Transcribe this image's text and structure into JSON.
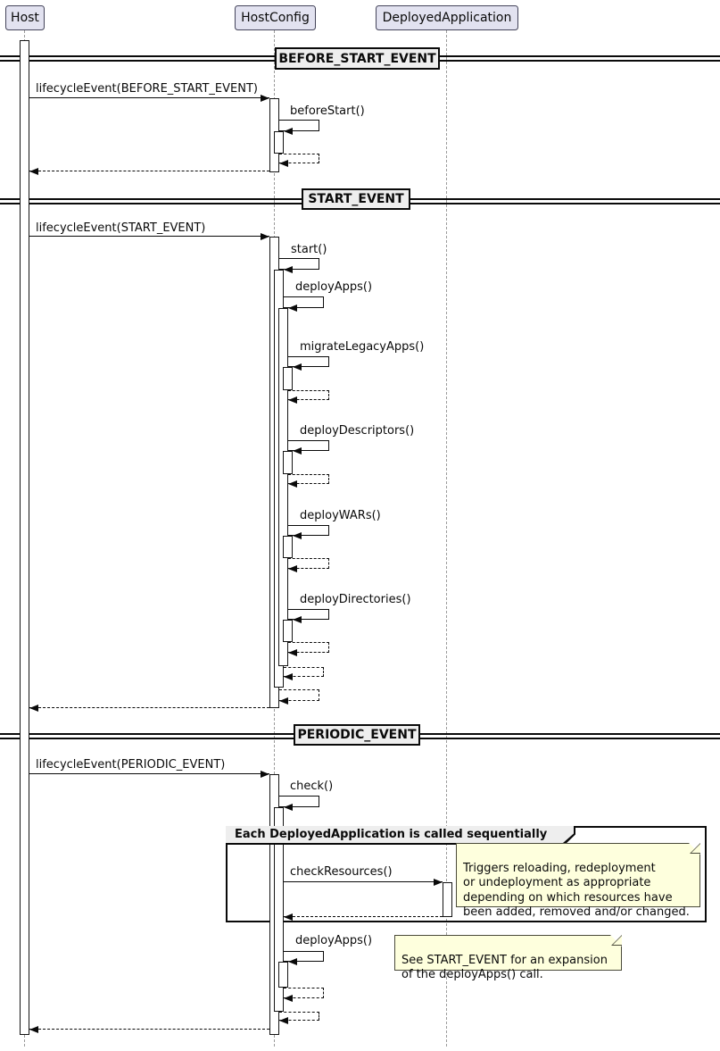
{
  "participants": [
    {
      "label": "Host"
    },
    {
      "label": "HostConfig"
    },
    {
      "label": "DeployedApplication"
    }
  ],
  "dividers": [
    {
      "label": "BEFORE_START_EVENT"
    },
    {
      "label": "START_EVENT"
    },
    {
      "label": "PERIODIC_EVENT"
    }
  ],
  "messages": {
    "lifecycle_before_start": "lifecycleEvent(BEFORE_START_EVENT)",
    "before_start": "beforeStart()",
    "lifecycle_start": "lifecycleEvent(START_EVENT)",
    "start": "start()",
    "deploy_apps": "deployApps()",
    "migrate_legacy_apps": "migrateLegacyApps()",
    "deploy_descriptors": "deployDescriptors()",
    "deploy_wars": "deployWARs()",
    "deploy_directories": "deployDirectories()",
    "lifecycle_periodic": "lifecycleEvent(PERIODIC_EVENT)",
    "check": "check()",
    "check_resources": "checkResources()",
    "deploy_apps_periodic": "deployApps()"
  },
  "group": {
    "label": "Each DeployedApplication is called sequentially"
  },
  "notes": {
    "check_resources_note": "Triggers reloading, redeployment\nor undeployment as appropriate\ndepending on which resources have\nbeen added, removed and/or changed.",
    "deploy_apps_note": "See START_EVENT for an expansion\nof the deployApps() call."
  },
  "colors": {
    "participant_fill": "#E2E2F0",
    "divider_fill": "#EEEEEE",
    "group_header_fill": "#EEEEEE",
    "note_fill": "#FEFFDD",
    "line": "#0A0A0A",
    "lifeline": "#9A9A9A",
    "background": "#FFFFFF"
  }
}
